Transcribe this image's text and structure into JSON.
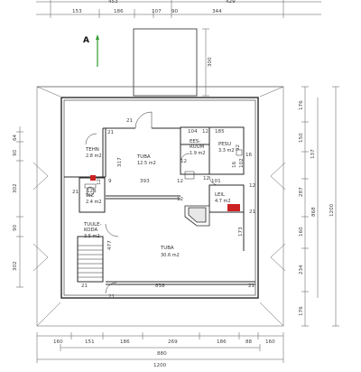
{
  "north": {
    "label": "A",
    "arrow_color": "#2e9b2e"
  },
  "top_dims": {
    "row0": [
      "453",
      "429"
    ],
    "row1": [
      "153",
      "186",
      "107",
      "90",
      "344"
    ]
  },
  "bottom_dims": {
    "row1": [
      "160",
      "151",
      "186",
      "269",
      "186",
      "88",
      "160"
    ],
    "row2": "880",
    "row3": "1200"
  },
  "left_dims": [
    "64",
    "90",
    "302",
    "90",
    "302"
  ],
  "right_dims": {
    "inner": [
      "176",
      "150",
      "137",
      "287",
      "160",
      "234",
      "176"
    ],
    "mid": "868",
    "outer": "1200"
  },
  "veranda_dim": "300",
  "rooms": {
    "tehn": {
      "name": "TEHN",
      "area": "2.8 m2"
    },
    "tuba1": {
      "name": "TUBA",
      "area": "12.5 m2"
    },
    "eesruum": {
      "name": "EES-",
      "name2": "RUUM",
      "area": "1.9 m2"
    },
    "pesu": {
      "name": "PESU",
      "area": "3.3 m2"
    },
    "wc": {
      "name": "WC",
      "area": "2.4 m2"
    },
    "leil": {
      "name": "LEIL",
      "area": "4.7 m2"
    },
    "tuulekoda": {
      "name": "TUULE-",
      "name2": "KODA",
      "area": "3.5 m2"
    },
    "tuba2": {
      "name": "TUBA",
      "area": "30.6 m2"
    }
  },
  "inner_dims": {
    "d104": "104",
    "d12a": "12",
    "d185": "185",
    "d21a": "21",
    "d21b": "21",
    "d317": "317",
    "d393": "393",
    "d12b": "12",
    "d92": "92",
    "d12c": "12",
    "d101": "101",
    "d16": "16",
    "d102": "102",
    "d123": "123",
    "d12d": "12",
    "d9": "9",
    "d21c": "21",
    "d12e": "12",
    "d12f": "12",
    "d173": "173",
    "d477": "477",
    "d838": "838",
    "d21d": "21",
    "d21e": "21",
    "d16b": "16",
    "d12g": "12",
    "d21f": "21",
    "d21g": "21"
  },
  "colors": {
    "wall": "#2a2a2a",
    "dim_line": "#555555",
    "accent": "#cc2222",
    "north": "#2e9b2e"
  }
}
